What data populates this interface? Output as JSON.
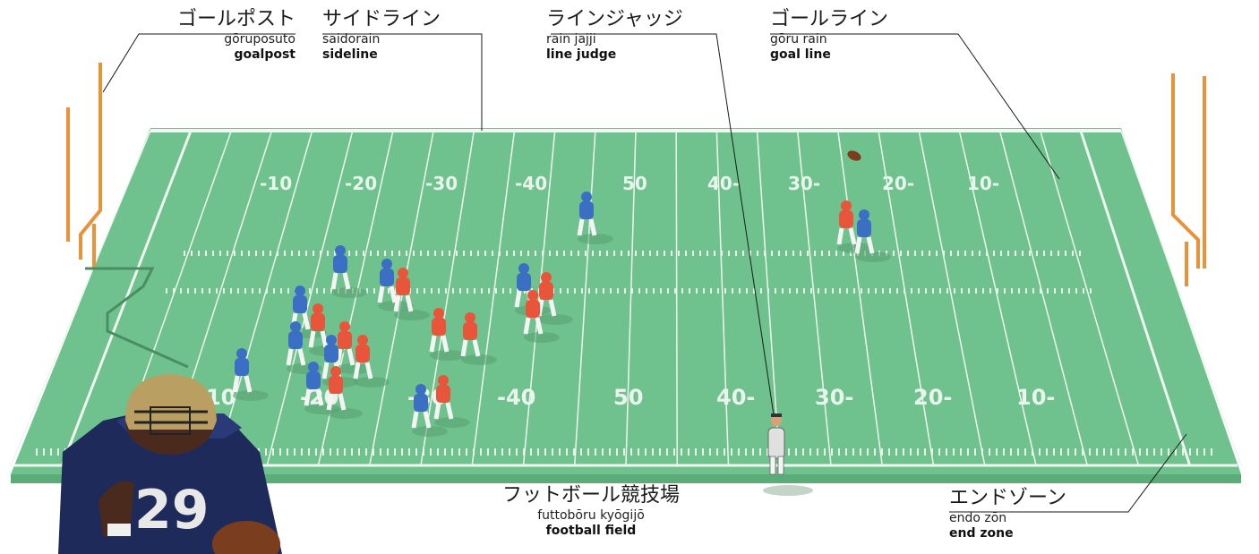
{
  "labels": {
    "goalpost": {
      "jp": "ゴールポスト",
      "romaji": "gōruposuto",
      "en": "goalpost"
    },
    "sideline": {
      "jp": "サイドライン",
      "romaji": "saidorain",
      "en": "sideline"
    },
    "line_judge": {
      "jp": "ラインジャッジ",
      "romaji": "rain jajji",
      "en": "line judge"
    },
    "goal_line": {
      "jp": "ゴールライン",
      "romaji": "gōru rain",
      "en": "goal line"
    },
    "football_field": {
      "jp": "フットボール競技場",
      "romaji": "futtobōru kyōgijō",
      "en": "football field"
    },
    "end_zone": {
      "jp": "エンドゾーン",
      "romaji": "endo zōn",
      "en": "end zone"
    }
  },
  "field": {
    "far_yard_numbers": [
      "-10",
      "-20",
      "-30",
      "-40",
      "50",
      "40-",
      "30-",
      "20-",
      "10-"
    ],
    "near_yard_numbers": [
      "-10",
      "-20",
      "-30",
      "-40",
      "50",
      "40-",
      "30-",
      "20-",
      "10-"
    ],
    "jersey_number": "29"
  },
  "colors": {
    "field_green": "#6fc28d",
    "field_dark": "#5aad78",
    "line_white": "#f2f7f2",
    "goalpost_orange": "#e8923a",
    "team_blue": "#3b6fc4",
    "team_red": "#e8553a"
  }
}
